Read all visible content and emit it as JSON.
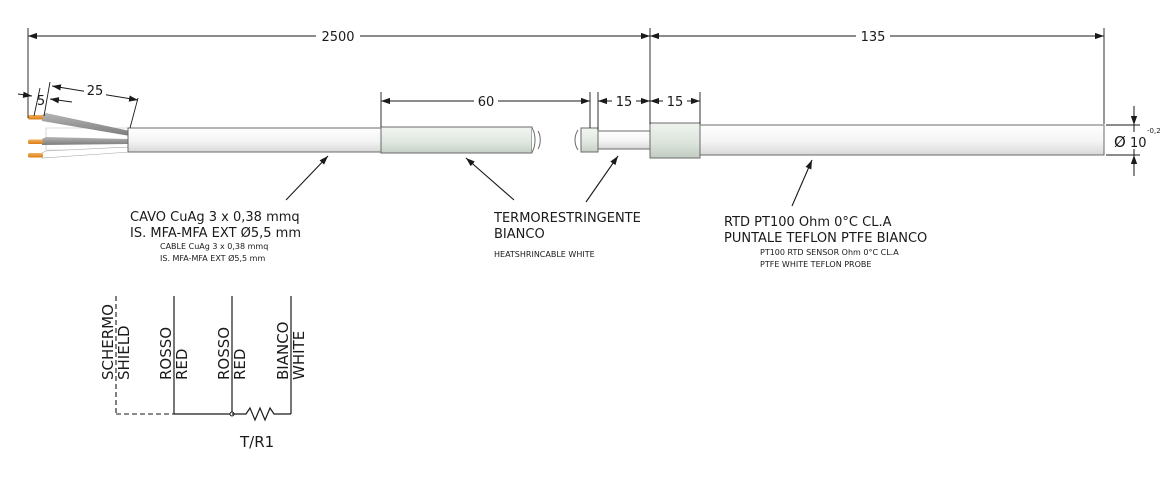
{
  "dimensions": {
    "total_cable": "2500",
    "probe_length": "135",
    "strip_sheath": "25",
    "strip_tip": "5",
    "heatshrink": "60",
    "neck": "15",
    "sleeve": "15",
    "diameter_symbol": "Ø",
    "diameter_value": "10",
    "diameter_tolerance": "-0,2"
  },
  "labels": {
    "cable_it_1": "CAVO CuAg 3 x 0,38 mmq",
    "cable_it_2": "IS. MFA-MFA EXT Ø5,5 mm",
    "cable_en_1": "CABLE CuAg 3 x 0,38 mmq",
    "cable_en_2": "IS. MFA-MFA EXT Ø5,5 mm",
    "heatshrink_it_1": "TERMORESTRINGENTE",
    "heatshrink_it_2": "BIANCO",
    "heatshrink_en": "HEATSHRINCABLE WHITE",
    "probe_it_1": "RTD PT100 Ohm 0°C CL.A",
    "probe_it_2": "PUNTALE TEFLON PTFE BIANCO",
    "probe_en_1": "PT100 RTD SENSOR Ohm 0°C CL.A",
    "probe_en_2": "PTFE WHITE TEFLON PROBE"
  },
  "wiring": {
    "wires": [
      {
        "it": "SCHERMO",
        "en": "SHIELD"
      },
      {
        "it": "ROSSO",
        "en": "RED"
      },
      {
        "it": "ROSSO",
        "en": "RED"
      },
      {
        "it": "BIANCO",
        "en": "WHITE"
      }
    ],
    "sensor": "T/R1"
  },
  "colors": {
    "wire_orange": "#e8912a",
    "wire_grey": "#8f8f8f",
    "cable_white": "#f6f6f6",
    "shrink_tint": "#e3e9e3",
    "sleeve_tint": "#dfe7df"
  }
}
